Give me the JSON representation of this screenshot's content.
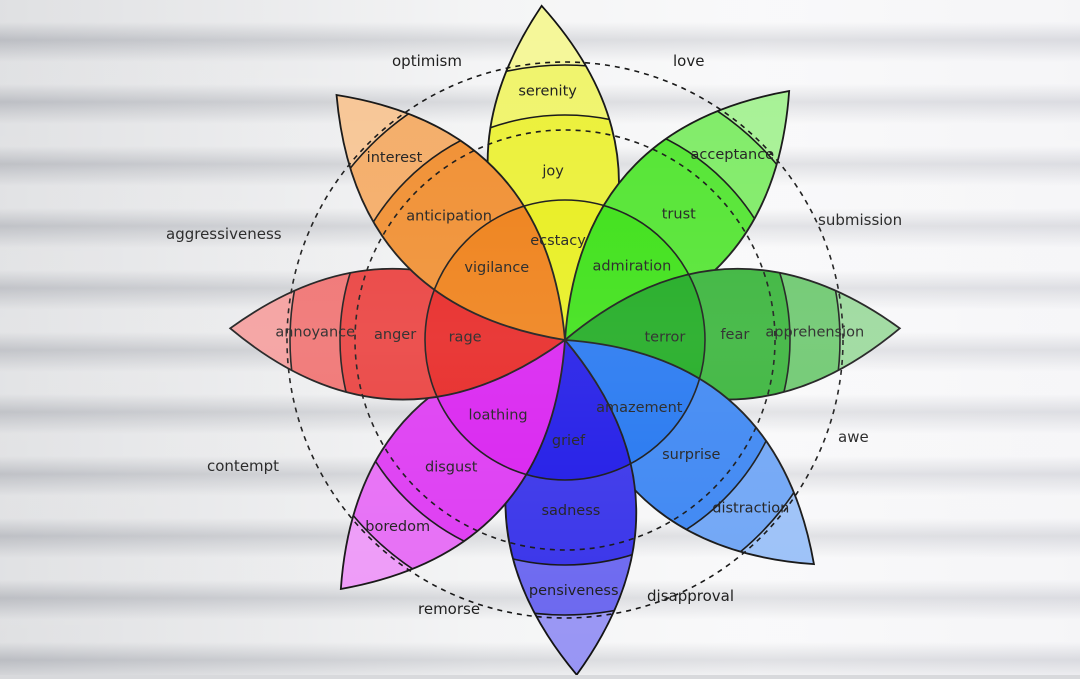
{
  "title": "",
  "petals": [
    {
      "key": "joy",
      "angle": 94,
      "color": "#e8ee1a",
      "inner": "ecstacy",
      "middle": "joy",
      "outer": "serenity"
    },
    {
      "key": "trust",
      "angle": 48,
      "color": "#37e010",
      "inner": "admiration",
      "middle": "trust",
      "outer": "acceptance"
    },
    {
      "key": "fear",
      "angle": 2,
      "color": "#17a81a",
      "inner": "terror",
      "middle": "fear",
      "outer": "apprehension"
    },
    {
      "key": "surprise",
      "angle": -42,
      "color": "#1e73f0",
      "inner": "amazement",
      "middle": "surprise",
      "outer": "distraction"
    },
    {
      "key": "sadness",
      "angle": -88,
      "color": "#1a14e6",
      "inner": "grief",
      "middle": "sadness",
      "outer": "pensiveness"
    },
    {
      "key": "disgust",
      "angle": -132,
      "color": "#d81cf0",
      "inner": "loathing",
      "middle": "disgust",
      "outer": "boredom"
    },
    {
      "key": "anger",
      "angle": 178,
      "color": "#e6201e",
      "inner": "rage",
      "middle": "anger",
      "outer": "annoyance"
    },
    {
      "key": "anticipation",
      "angle": 133,
      "color": "#ee7d12",
      "inner": "vigilance",
      "middle": "anticipation",
      "outer": "interest"
    }
  ],
  "dyads": [
    {
      "label": "optimism"
    },
    {
      "label": "love"
    },
    {
      "label": "submission"
    },
    {
      "label": "awe"
    },
    {
      "label": "disapproval"
    },
    {
      "label": "remorse"
    },
    {
      "label": "contempt"
    },
    {
      "label": "aggressiveness"
    }
  ]
}
